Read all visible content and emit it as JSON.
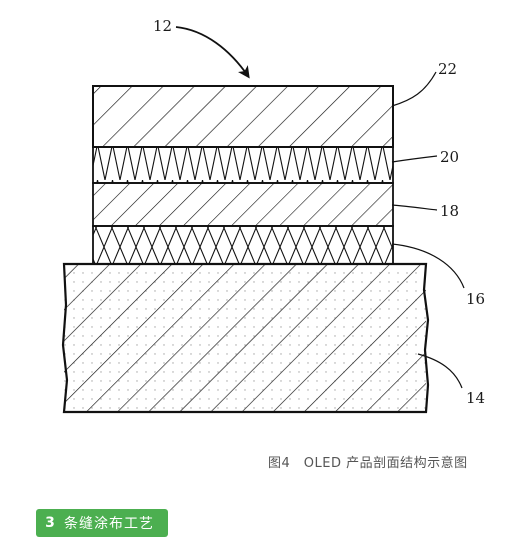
{
  "figure": {
    "labels": {
      "device": "12",
      "top_layer": "22",
      "layer_20": "20",
      "layer_18": "18",
      "layer_16": "16",
      "substrate": "14"
    },
    "caption": "图4　OLED 产品剖面结构示意图"
  },
  "section": {
    "number": "3",
    "title": "条缝涂布工艺",
    "color": "#4caf50"
  }
}
